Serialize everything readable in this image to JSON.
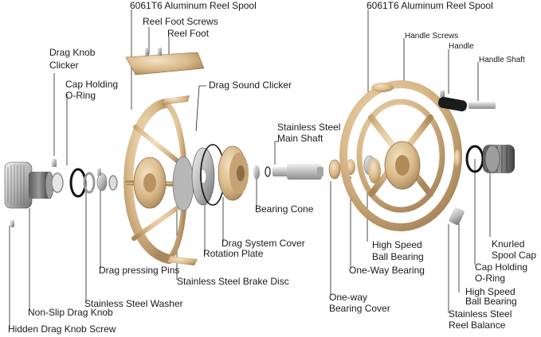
{
  "diagram": {
    "labels": {
      "spool_left": "6061T6 Aluminum Reel Spool",
      "spool_right": "6061T6 Aluminum Reel Spool",
      "reel_foot_screws": "Reel Foot Screws",
      "reel_foot": "Reel Foot",
      "drag_knob_clicker_1": "Drag Knob",
      "drag_knob_clicker_2": "Clicker",
      "cap_holding_oring_left_1": "Cap Holding",
      "cap_holding_oring_left_2": "O-Ring",
      "drag_sound_clicker": "Drag Sound Clicker",
      "main_shaft_1": "Stainless Steel",
      "main_shaft_2": "Main Shaft",
      "handle_screws": "Handle Screws",
      "handle": "Handle",
      "handle_shaft": "Handle Shaft",
      "bearing_cone": "Bearing Cone",
      "drag_system_cover": "Drag System Cover",
      "rotation_plate": "Rotation Plate",
      "brake_disc": "Stainless Steel Brake Disc",
      "drag_pressing_pins": "Drag pressing Pins",
      "stainless_steel_washer": "Stainless  Steel Washer",
      "non_slip_drag_knob": "Non-Slip Drag Knob",
      "hidden_drag_knob_screw": "Hidden Drag Knob Screw",
      "high_speed_ball_bearing_center_1": "High Speed",
      "high_speed_ball_bearing_center_2": "Ball Bearing",
      "one_way_bearing": "One-Way Bearing",
      "one_way_bearing_cover_1": "One-way",
      "one_way_bearing_cover_2": "Bearing Cover",
      "high_speed_ball_bearing_right_1": "High Speed",
      "high_speed_ball_bearing_right_2": "Ball Bearing",
      "reel_balance_1": "Stainless Steel",
      "reel_balance_2": "Reel Balance",
      "cap_holding_oring_right_1": "Cap Holding",
      "cap_holding_oring_right_2": "O-Ring",
      "knurled_spool_cap_1": "Knurled",
      "knurled_spool_cap_2": "Spool Cap"
    },
    "colors": {
      "gold": "#d9b98a",
      "gold_dark": "#a9875a",
      "silver": "#c9c9c9",
      "silver_dark": "#7d7d7d",
      "black": "#1b1b1b",
      "leader": "#222222"
    }
  }
}
